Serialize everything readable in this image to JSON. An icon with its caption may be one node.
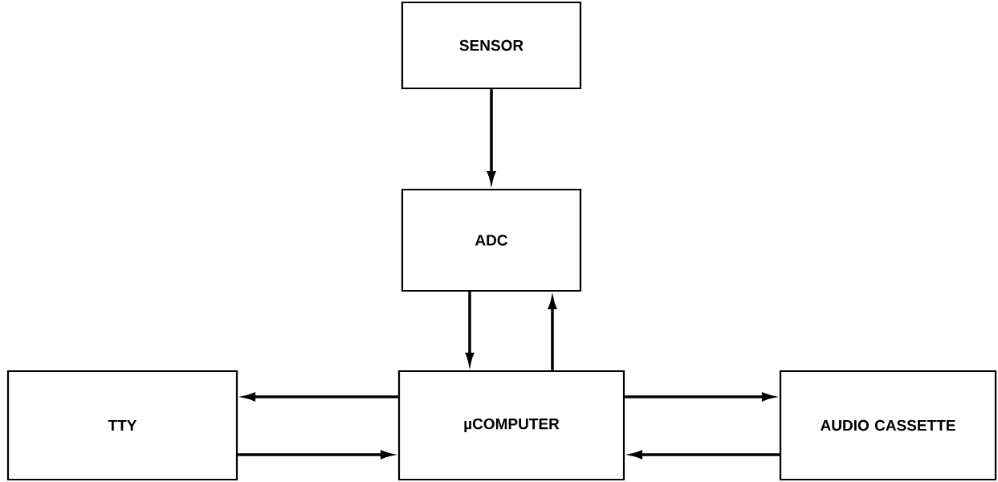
{
  "diagram": {
    "nodes": [
      {
        "text": [
          "SENSOR"
        ]
      },
      {
        "text": [
          "ADC"
        ]
      },
      {
        "text": [
          "TTY"
        ]
      },
      {
        "text": [
          "µCOMPUTER"
        ]
      },
      {
        "text": [
          "AUDIO CASSETTE"
        ]
      }
    ],
    "edges": [
      {
        "from": 0,
        "to": 1,
        "arrow": "to"
      },
      {
        "from": 1,
        "to": 3,
        "arrow": "to"
      },
      {
        "from": 3,
        "to": 1,
        "arrow": "to"
      },
      {
        "from": 3,
        "to": 2,
        "arrow": "to"
      },
      {
        "from": 2,
        "to": 3,
        "arrow": "to"
      },
      {
        "from": 3,
        "to": 4,
        "arrow": "to"
      },
      {
        "from": 4,
        "to": 3,
        "arrow": "to"
      }
    ]
  }
}
